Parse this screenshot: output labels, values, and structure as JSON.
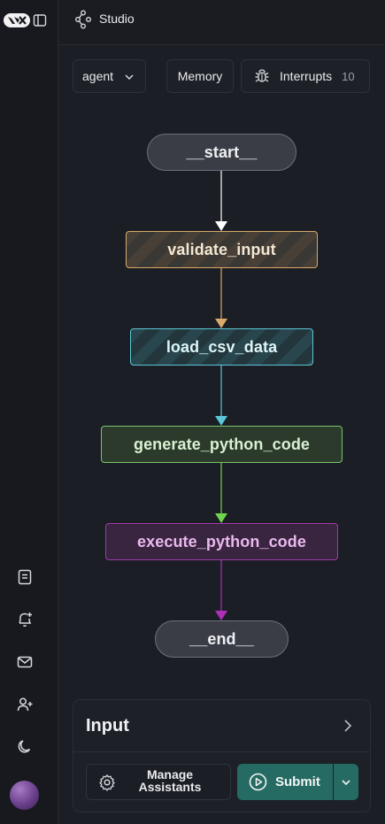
{
  "header": {
    "title": "Studio"
  },
  "toolbar": {
    "assistant_select": "agent",
    "memory_label": "Memory",
    "interrupts_label": "Interrupts",
    "interrupts_count": "10"
  },
  "graph": {
    "nodes": [
      {
        "id": "start",
        "label": "__start__"
      },
      {
        "id": "validate_input",
        "label": "validate_input"
      },
      {
        "id": "load_csv_data",
        "label": "load_csv_data"
      },
      {
        "id": "generate_python_code",
        "label": "generate_python_code"
      },
      {
        "id": "execute_python_code",
        "label": "execute_python_code"
      },
      {
        "id": "end",
        "label": "__end__"
      }
    ],
    "edges": [
      {
        "from": "__start__",
        "to": "validate_input",
        "color": "#ffffff"
      },
      {
        "from": "validate_input",
        "to": "load_csv_data",
        "color": "#d9a86a"
      },
      {
        "from": "load_csv_data",
        "to": "generate_python_code",
        "color": "#5cc6d6"
      },
      {
        "from": "generate_python_code",
        "to": "execute_python_code",
        "color": "#6fd54f"
      },
      {
        "from": "execute_python_code",
        "to": "__end__",
        "color": "#b02fb8"
      }
    ]
  },
  "input_panel": {
    "title": "Input",
    "manage_label": "Manage\nAssistants",
    "submit_label": "Submit"
  },
  "sidebar": {
    "icons": [
      "document-icon",
      "bell-plus-icon",
      "mail-icon",
      "user-plus-icon",
      "moon-icon"
    ]
  },
  "colors": {
    "background": "#1b1e25",
    "accent": "#256b63",
    "node_orange": "#d9a86a",
    "node_cyan": "#5cc6d6",
    "node_green": "#78c56c",
    "node_purple": "#a03aa8"
  }
}
